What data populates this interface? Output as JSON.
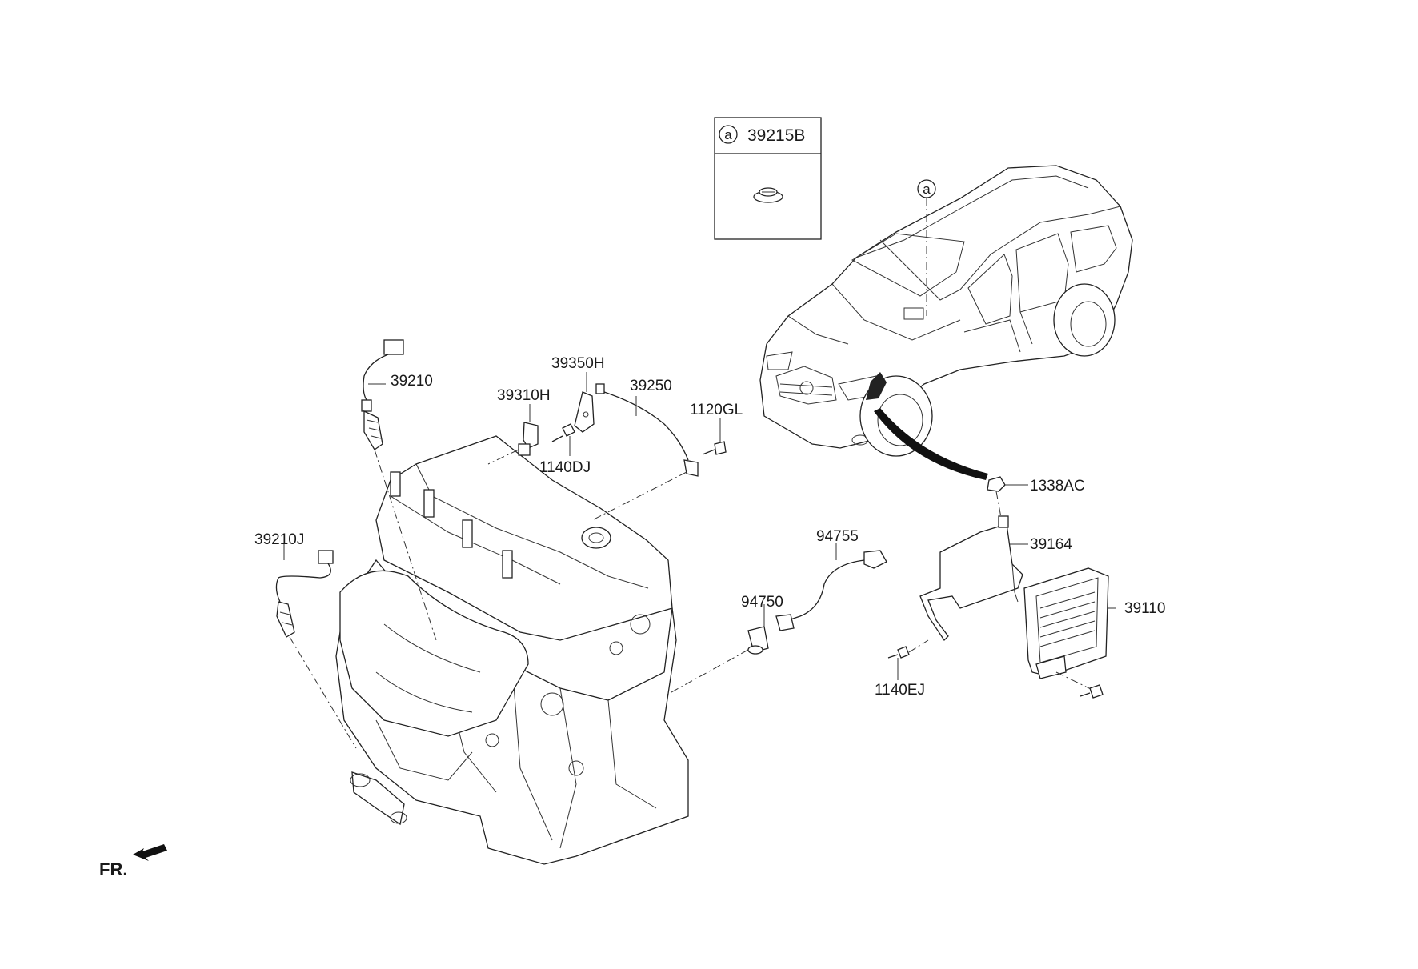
{
  "legend_box": {
    "marker": "a",
    "part_no": "39215B"
  },
  "vehicle": {
    "marker": "a"
  },
  "parts": {
    "p39210": "39210",
    "p39210J": "39210J",
    "p39310H": "39310H",
    "p39350H": "39350H",
    "p39250": "39250",
    "p1120GL": "1120GL",
    "p1140DJ": "1140DJ",
    "p1338AC": "1338AC",
    "p39164": "39164",
    "p94755": "94755",
    "p94750": "94750",
    "p39110": "39110",
    "p1140EJ": "1140EJ"
  },
  "front_indicator": {
    "label": "FR.",
    "icon": "front-arrow-icon"
  }
}
